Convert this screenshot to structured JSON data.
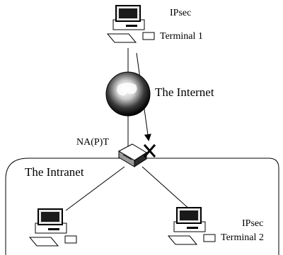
{
  "terminal1": {
    "line1": "IPsec",
    "line2": "Terminal 1"
  },
  "internet": {
    "label": "The Internet"
  },
  "nat": {
    "label": "NA(P)T"
  },
  "intranet": {
    "label": "The Intranet"
  },
  "terminal2": {
    "line1": "IPsec",
    "line2": "Terminal 2"
  },
  "terminal3": {
    "line1": "",
    "line2": ""
  },
  "blocked_marker": {
    "icon": "cross-icon",
    "color": "#000000"
  }
}
